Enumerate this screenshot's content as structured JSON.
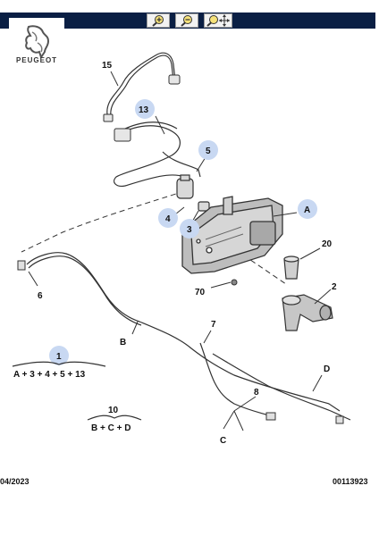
{
  "brand": {
    "name": "PEUGEOT"
  },
  "toolbar": {
    "zoom_in": "zoom-in-icon",
    "zoom_out": "zoom-out-icon",
    "zoom_pan": "zoom-move-icon"
  },
  "callouts": {
    "c15": "15",
    "c13": "13",
    "c5": "5",
    "c4": "4",
    "c3": "3",
    "cA": "A",
    "c20": "20",
    "c2": "2",
    "c70": "70",
    "c6": "6",
    "c7": "7",
    "cB": "B",
    "cD": "D",
    "c8": "8",
    "cC": "C",
    "c1": "1",
    "c10": "10"
  },
  "formulas": {
    "f1": "A + 3 + 4 + 5 + 13",
    "f10": "B + C + D"
  },
  "footer": {
    "date": "04/2023",
    "ref": "00113923"
  },
  "colors": {
    "toolbar": "#0a1f44",
    "highlight": "#c8d8f2"
  }
}
